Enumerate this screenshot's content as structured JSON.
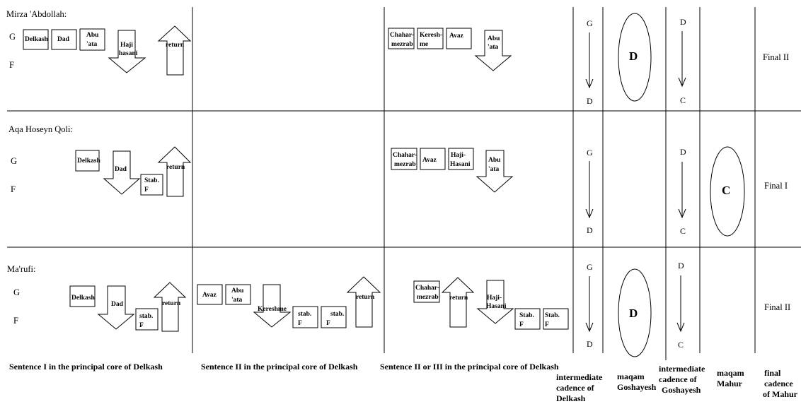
{
  "rows": [
    {
      "performer": "Mirza 'Abdollah:",
      "final": "Final II"
    },
    {
      "performer": "Aqa Hoseyn Qoli:",
      "final": "Final I"
    },
    {
      "performer": "Ma'rufi:",
      "final": "Final II"
    }
  ],
  "pitch_letters": {
    "G": "G",
    "F": "F",
    "D": "D",
    "C": "C"
  },
  "ellipse_labels": {
    "goshayesh": "D",
    "mahur": "C"
  },
  "boxes": {
    "delkash": "Delkash",
    "dad": "Dad",
    "abu_ata": [
      "Abu",
      "'ata"
    ],
    "haji_hasani_lower": [
      "Haji",
      "hasani"
    ],
    "haji_hasani": [
      "Haji-",
      "Hasani"
    ],
    "return": "return",
    "chahar_mezrab": [
      "Chahar-",
      "mezrab"
    ],
    "kereshme_split": [
      "Keresh-",
      "me"
    ],
    "kereshme": "Kereshme",
    "avaz": "Avaz",
    "stab_f": [
      "Stab.",
      "F"
    ],
    "stab_f_lower": [
      "stab.",
      "F"
    ]
  },
  "captions": {
    "col1": "Sentence I in the principal core of Delkash",
    "col2": "Sentence II in the principal core of  Delkash",
    "col3": "Sentence II or III in the principal core of Delkash",
    "col4": [
      "intermediate",
      "cadence of",
      "Delkash"
    ],
    "col5": [
      "maqam",
      "Goshayesh"
    ],
    "col6": [
      "intermediate",
      "cadence of",
      "Goshayesh"
    ],
    "col7": [
      "maqam",
      "Mahur"
    ],
    "col8": [
      "final",
      "cadence",
      "of Mahur"
    ]
  }
}
